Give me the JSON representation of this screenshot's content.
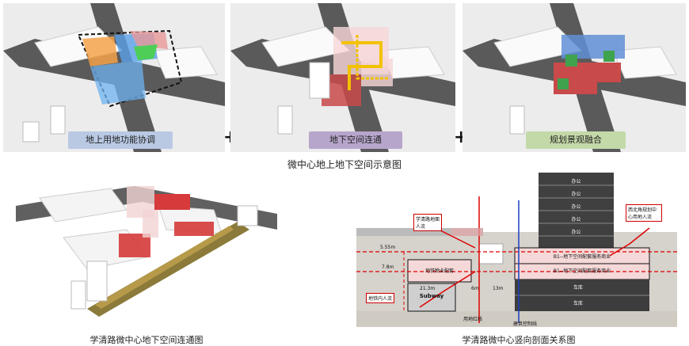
{
  "panels": {
    "p1": {
      "tag": "地上用地功能协调"
    },
    "p2": {
      "tag": "地下空间连通"
    },
    "p3": {
      "tag": "规划景观融合"
    }
  },
  "plus_sign": "+",
  "top_caption": "微中心地上地下空间示意图",
  "bottom_left_caption": "学清路微中心地下空间连通图",
  "bottom_right_caption": "学清路微中心竖向剖面关系图",
  "section": {
    "office_label": "办公",
    "b1_label_1": "B1--地下空间配套服务商业",
    "b1_label_2": "B1--地下空间配套服务商业",
    "garage_label": "车库",
    "metro_label": "地铁物业配套",
    "subway_label": "Subway",
    "dim_555": "5.55m",
    "dim_78": "7.8m",
    "dim_213": "21.3m",
    "dim_6": "6m",
    "dim_13": "13m",
    "callout_left_top": "学清路地面人流",
    "callout_left_bottom": "地铁内人流",
    "callout_right_top": "西北角规划中心用地人流",
    "bottom_label_1": "用地红线",
    "bottom_label_2": "建筑控制线"
  }
}
